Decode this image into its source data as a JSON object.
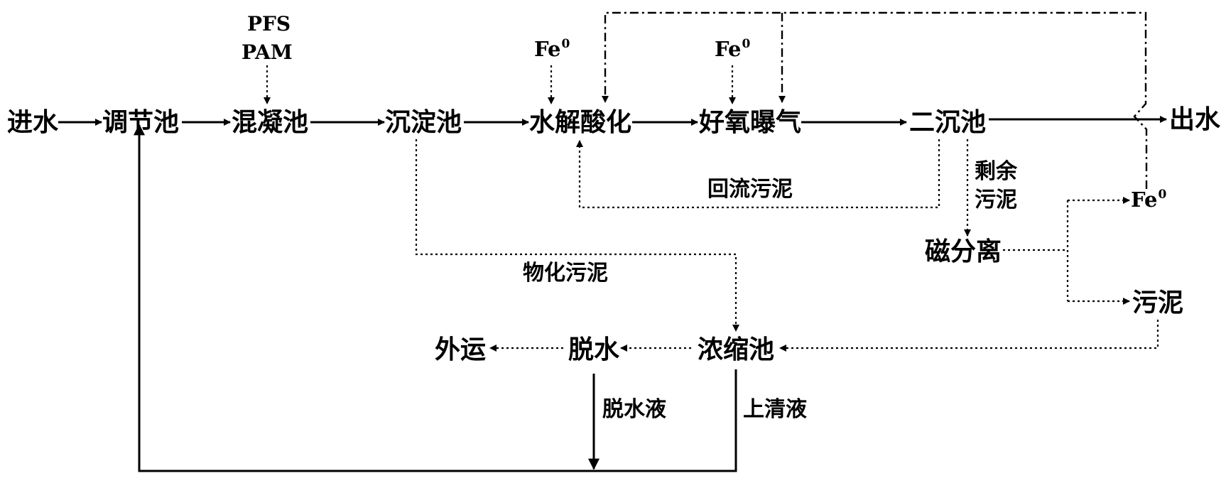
{
  "nodes": {
    "inlet": "进水",
    "equalization": "调节池",
    "coagulation": "混凝池",
    "sedimentation": "沉淀池",
    "hydrolysis": "水解酸化",
    "aeration": "好氧曝气",
    "secondary": "二沉池",
    "outlet": "出水",
    "magnetic": "磁分离",
    "thickener": "浓缩池",
    "dewater": "脱水",
    "transport": "外运",
    "fe_out": "Fe",
    "sludge_out": "污泥"
  },
  "dosing": {
    "pfs": "PFS",
    "pam": "PAM",
    "fe_symbol": "Fe",
    "fe_superscript": "0"
  },
  "edge_labels": {
    "return_sludge": "回流污泥",
    "excess_sludge_1": "剩余",
    "excess_sludge_2": "污泥",
    "phys_chem_sludge": "物化污泥",
    "dewater_liquid": "脱水液",
    "supernatant": "上清液"
  }
}
